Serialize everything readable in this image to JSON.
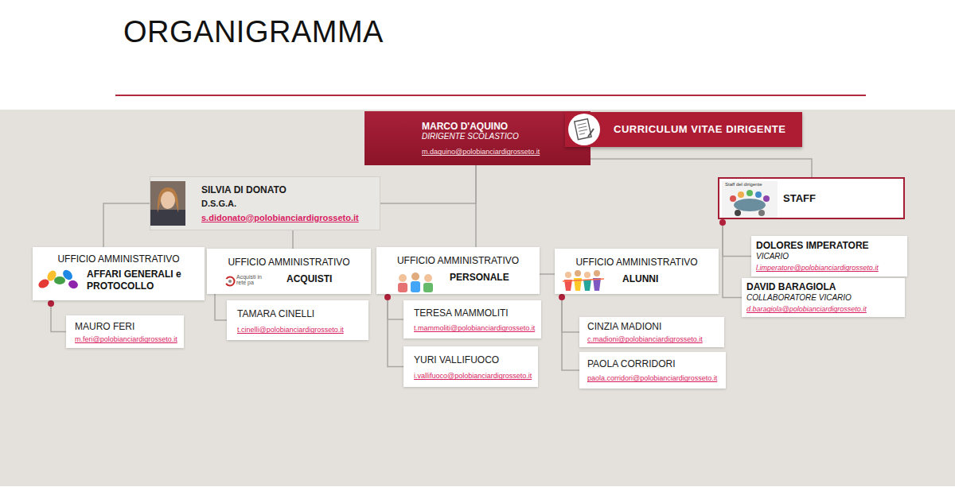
{
  "diagram": {
    "title": "ORGANIGRAMMA",
    "nodes": [
      {
        "text": [
          "MARCO D'AQUINO",
          "DIRIGENTE SCOLASTICO",
          "m.daquino@polobianciardigrosseto.it"
        ]
      },
      {
        "text": [
          "CURRICULUM VITAE DIRIGENTE"
        ]
      },
      {
        "text": [
          "SILVIA DI DONATO",
          "D.S.G.A.",
          "s.didonato@polobianciardigrosseto.it"
        ]
      },
      {
        "text": [
          "Staff del dirigente",
          "STAFF"
        ]
      },
      {
        "text": [
          "UFFICIO AMMINISTRATIVO",
          "AFFARI GENERALI e PROTOCOLLO"
        ]
      },
      {
        "text": [
          "UFFICIO AMMINISTRATIVO",
          "Acquisti in rete pa",
          "ACQUISTI"
        ]
      },
      {
        "text": [
          "UFFICIO AMMINISTRATIVO",
          "PERSONALE"
        ]
      },
      {
        "text": [
          "UFFICIO AMMINISTRATIVO",
          "ALUNNI"
        ]
      },
      {
        "text": [
          "DOLORES IMPERATORE",
          "VICARIO",
          "l.imperatore@polobianciardigrosseto.it"
        ]
      },
      {
        "text": [
          "DAVID BARAGIOLA",
          "COLLABORATORE VICARIO",
          "d.baragiola@polobianciardigrosseto.it"
        ]
      },
      {
        "text": [
          "MAURO FERI",
          "m.feri@polobianciardigrosseto.it"
        ]
      },
      {
        "text": [
          "TAMARA CINELLI",
          "t.cinelli@polobianciardigrosseto.it"
        ]
      },
      {
        "text": [
          "TERESA MAMMOLITI",
          "t.mammoliti@polobianciardigrosseto.it"
        ]
      },
      {
        "text": [
          "YURI VALLIFUOCO",
          "i.vallifuoco@polobianciardigrosseto.it"
        ]
      },
      {
        "text": [
          "CINZIA MADIONI",
          "c.madioni@polobianciardigrosseto.it"
        ]
      },
      {
        "text": [
          "PAOLA CORRIDORI",
          "paola.corridori@polobianciardigrosseto.it"
        ]
      }
    ],
    "edges": [
      {
        "from": 0,
        "to": 2,
        "arrow": "none"
      },
      {
        "from": 0,
        "to": 3,
        "arrow": "none"
      },
      {
        "from": 0,
        "to": 6,
        "arrow": "none"
      },
      {
        "from": 2,
        "to": 4,
        "arrow": "none"
      },
      {
        "from": 2,
        "to": 5,
        "arrow": "none"
      },
      {
        "from": 6,
        "to": 7,
        "arrow": "none"
      },
      {
        "from": 4,
        "to": 10,
        "arrow": "none"
      },
      {
        "from": 5,
        "to": 11,
        "arrow": "none"
      },
      {
        "from": 6,
        "to": 12,
        "arrow": "none"
      },
      {
        "from": 6,
        "to": 13,
        "arrow": "none"
      },
      {
        "from": 7,
        "to": 14,
        "arrow": "none"
      },
      {
        "from": 7,
        "to": 15,
        "arrow": "none"
      },
      {
        "from": 3,
        "to": 8,
        "arrow": "none"
      },
      {
        "from": 3,
        "to": 9,
        "arrow": "none"
      }
    ]
  }
}
